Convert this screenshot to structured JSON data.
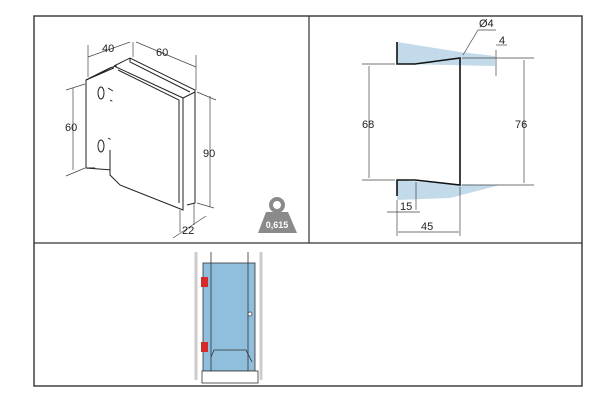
{
  "iso_view": {
    "dim_depth": "40",
    "dim_width": "60",
    "dim_height_left": "60",
    "dim_height_right": "90",
    "dim_thickness": "22"
  },
  "weight_badge": {
    "value": "0,615",
    "color": "#8a8a8a"
  },
  "cutout": {
    "hole_diameter": "Ø4",
    "offset": "4",
    "inner_height": "68",
    "outer_height": "76",
    "notch_depth": "15",
    "total_depth": "45",
    "glass_color": "#b9d4e6"
  },
  "install": {
    "glass_color": "#8fbfdc",
    "hinge_color": "#d42a2a"
  }
}
